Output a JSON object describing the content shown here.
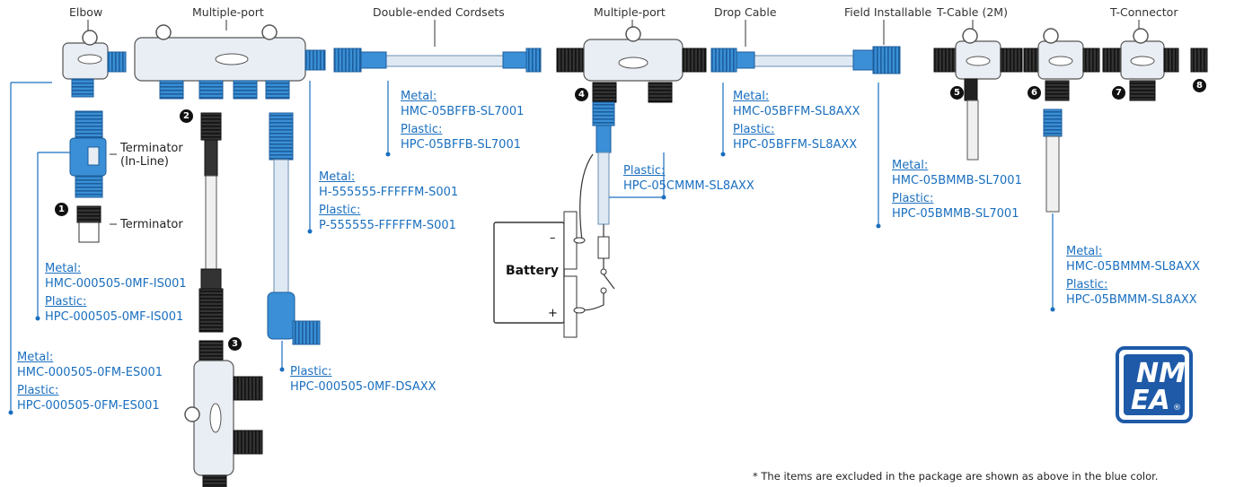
{
  "top_labels": {
    "elbow": "Elbow",
    "multiport1": "Multiple-port",
    "double_ended": "Double-ended Cordsets",
    "multiport2": "Multiple-port",
    "drop_cable": "Drop Cable",
    "field_installable": "Field Installable",
    "t_cable": "T-Cable (2M)",
    "t_connector": "T-Connector"
  },
  "side_labels": {
    "terminator_inline": "Terminator (In-Line)",
    "terminator": "Terminator",
    "battery": "Battery",
    "minus": "–",
    "plus": "+"
  },
  "numbers": [
    "1",
    "2",
    "3",
    "4",
    "5",
    "6",
    "7",
    "8"
  ],
  "part_labels": {
    "elbow": {
      "metal_label": "Metal:",
      "metal": "HMC-000505-0FM-ES001",
      "plastic_label": "Plastic:",
      "plastic": "HPC-000505-0FM-ES001"
    },
    "terminator_inline": {
      "metal_label": "Metal:",
      "metal": "HMC-000505-0MF-IS001",
      "plastic_label": "Plastic:",
      "plastic": "HPC-000505-0MF-IS001"
    },
    "multiport1": {
      "metal_label": "Metal:",
      "metal": "H-555555-FFFFFM-S001",
      "plastic_label": "Plastic:",
      "plastic": "P-555555-FFFFFM-S001"
    },
    "elbow_drop": {
      "plastic_label": "Plastic:",
      "plastic": "HPC-000505-0MF-DSAXX"
    },
    "double_ended": {
      "metal_label": "Metal:",
      "metal": "HMC-05BFFB-SL7001",
      "plastic_label": "Plastic:",
      "plastic": "HPC-05BFFB-SL7001"
    },
    "battery_cable": {
      "plastic_label": "Plastic:",
      "plastic": "HPC-05CMMM-SL8AXX"
    },
    "drop_cable": {
      "metal_label": "Metal:",
      "metal": "HMC-05BFFM-SL8AXX",
      "plastic_label": "Plastic:",
      "plastic": "HPC-05BFFM-SL8AXX"
    },
    "field_installable": {
      "metal_label": "Metal:",
      "metal": "HMC-05BMMB-SL7001",
      "plastic_label": "Plastic:",
      "plastic": "HPC-05BMMB-SL7001"
    },
    "t_connector_drop": {
      "metal_label": "Metal:",
      "metal": "HMC-05BMMM-SL8AXX",
      "plastic_label": "Plastic:",
      "plastic": "HPC-05BMMM-SL8AXX"
    }
  },
  "logo": {
    "line1": "NM",
    "line2": "EA",
    "reg": "®"
  },
  "footnote": "* The items are excluded in the package are shown as above in the blue color.",
  "colors": {
    "accent_blue": "#1a6fbf",
    "connector_blue": "#3a8fd6",
    "connector_dark": "#222222",
    "logo_blue": "#1e5aa8"
  }
}
